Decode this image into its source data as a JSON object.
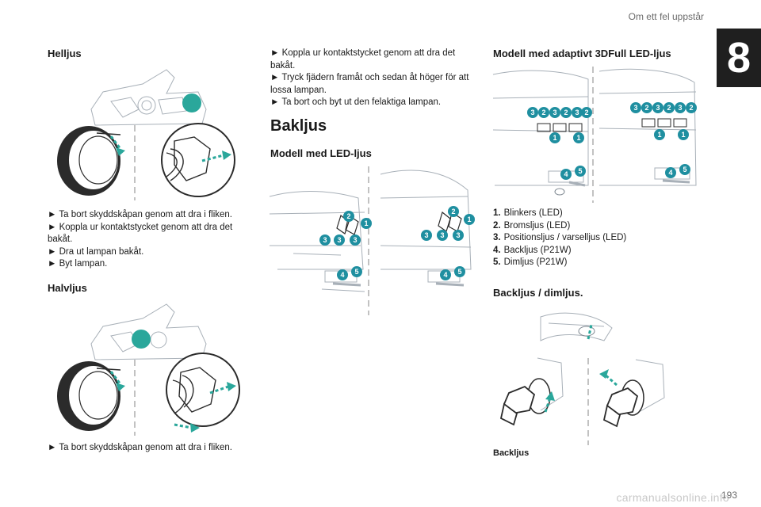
{
  "header": {
    "title": "Om ett fel uppstår",
    "chapter": "8",
    "page_number": "193"
  },
  "watermark": "carmanualsonline.info",
  "left": {
    "helljus": {
      "title": "Helljus",
      "steps": [
        "► Ta bort skyddskåpan genom att dra i fliken.",
        "► Koppla ur kontaktstycket genom att dra det bakåt.",
        "► Dra ut lampan bakåt.",
        "► Byt lampan."
      ]
    },
    "halvljus": {
      "title": "Halvljus",
      "steps": [
        "► Ta bort skyddskåpan genom att dra i fliken."
      ]
    }
  },
  "middle": {
    "steps": [
      "► Koppla ur kontaktstycket genom att dra det bakåt.",
      "► Tryck fjädern framåt och sedan åt höger för att lossa lampan.",
      "► Ta bort och byt ut den felaktiga lampan."
    ],
    "bakljus_title": "Bakljus",
    "led_title": "Modell med LED-ljus"
  },
  "right": {
    "adaptive_title": "Modell med adaptivt 3DFull LED-ljus",
    "legend": [
      {
        "num": "1.",
        "text": "Blinkers (LED)"
      },
      {
        "num": "2.",
        "text": "Bromsljus (LED)"
      },
      {
        "num": "3.",
        "text": "Positionsljus / varselljus (LED)"
      },
      {
        "num": "4.",
        "text": "Backljus (P21W)"
      },
      {
        "num": "5.",
        "text": "Dimljus (P21W)"
      }
    ],
    "backljus_title": "Backljus / dimljus.",
    "caption": "Backljus"
  },
  "badges": {
    "one": "1",
    "two": "2",
    "three": "3",
    "four": "4",
    "five": "5"
  },
  "colors": {
    "accent": "#2aa79b",
    "badge": "#1f8fa0",
    "tab": "#1f1f1f"
  }
}
